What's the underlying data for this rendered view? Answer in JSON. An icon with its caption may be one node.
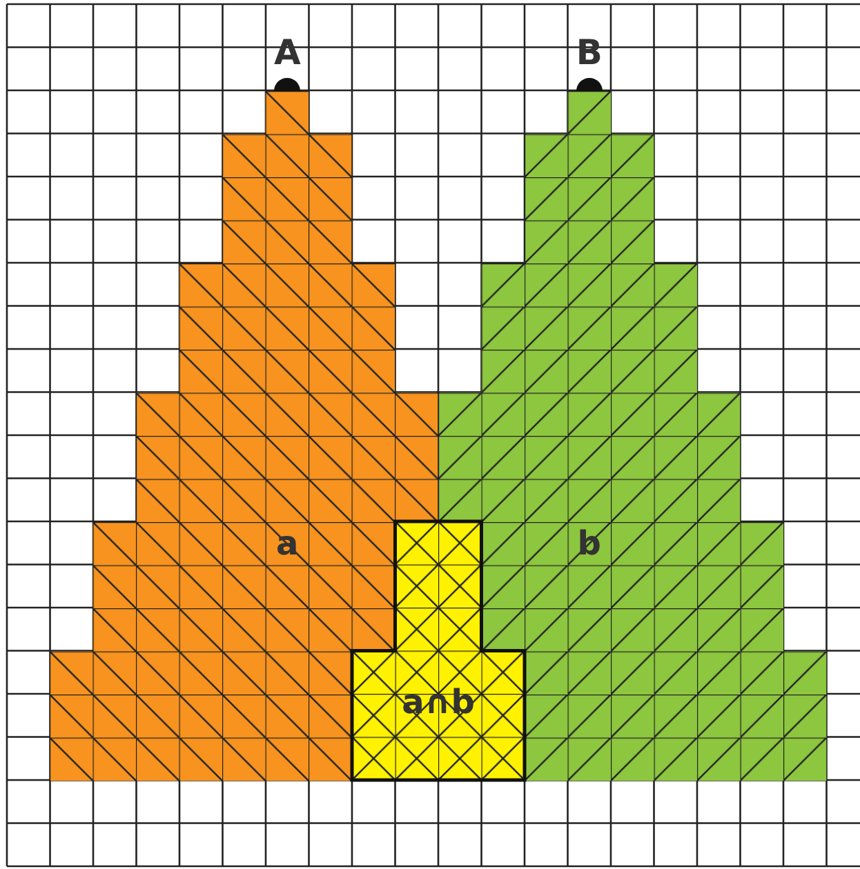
{
  "diagram": {
    "nodes": [
      {
        "text": [
          "A"
        ]
      },
      {
        "text": [
          "B"
        ]
      },
      {
        "text": [
          "a"
        ]
      },
      {
        "text": [
          "b"
        ]
      },
      {
        "text": [
          "a∩b"
        ]
      }
    ]
  }
}
